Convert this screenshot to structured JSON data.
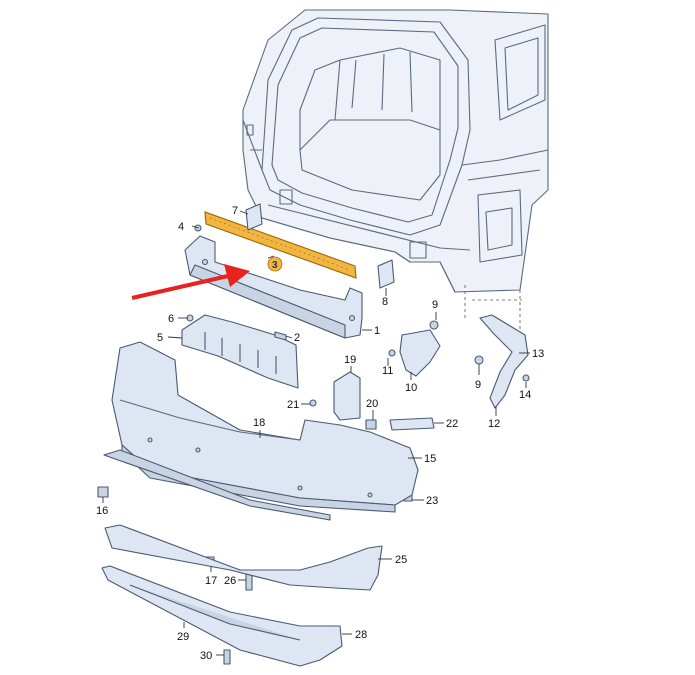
{
  "colors": {
    "highlight_part": "#f2b541",
    "highlight_stroke": "#a0700a",
    "arrow": "#e8221c",
    "part_fill": "#dde6f2",
    "outline": "#4a5a72"
  },
  "callouts": [
    "1",
    "2",
    "3",
    "4",
    "5",
    "6",
    "7",
    "8",
    "9",
    "10",
    "11",
    "12",
    "13",
    "14",
    "15",
    "16",
    "17",
    "18",
    "19",
    "20",
    "21",
    "22",
    "23",
    "25",
    "26",
    "28",
    "29",
    "30"
  ],
  "highlighted_callout": "3"
}
